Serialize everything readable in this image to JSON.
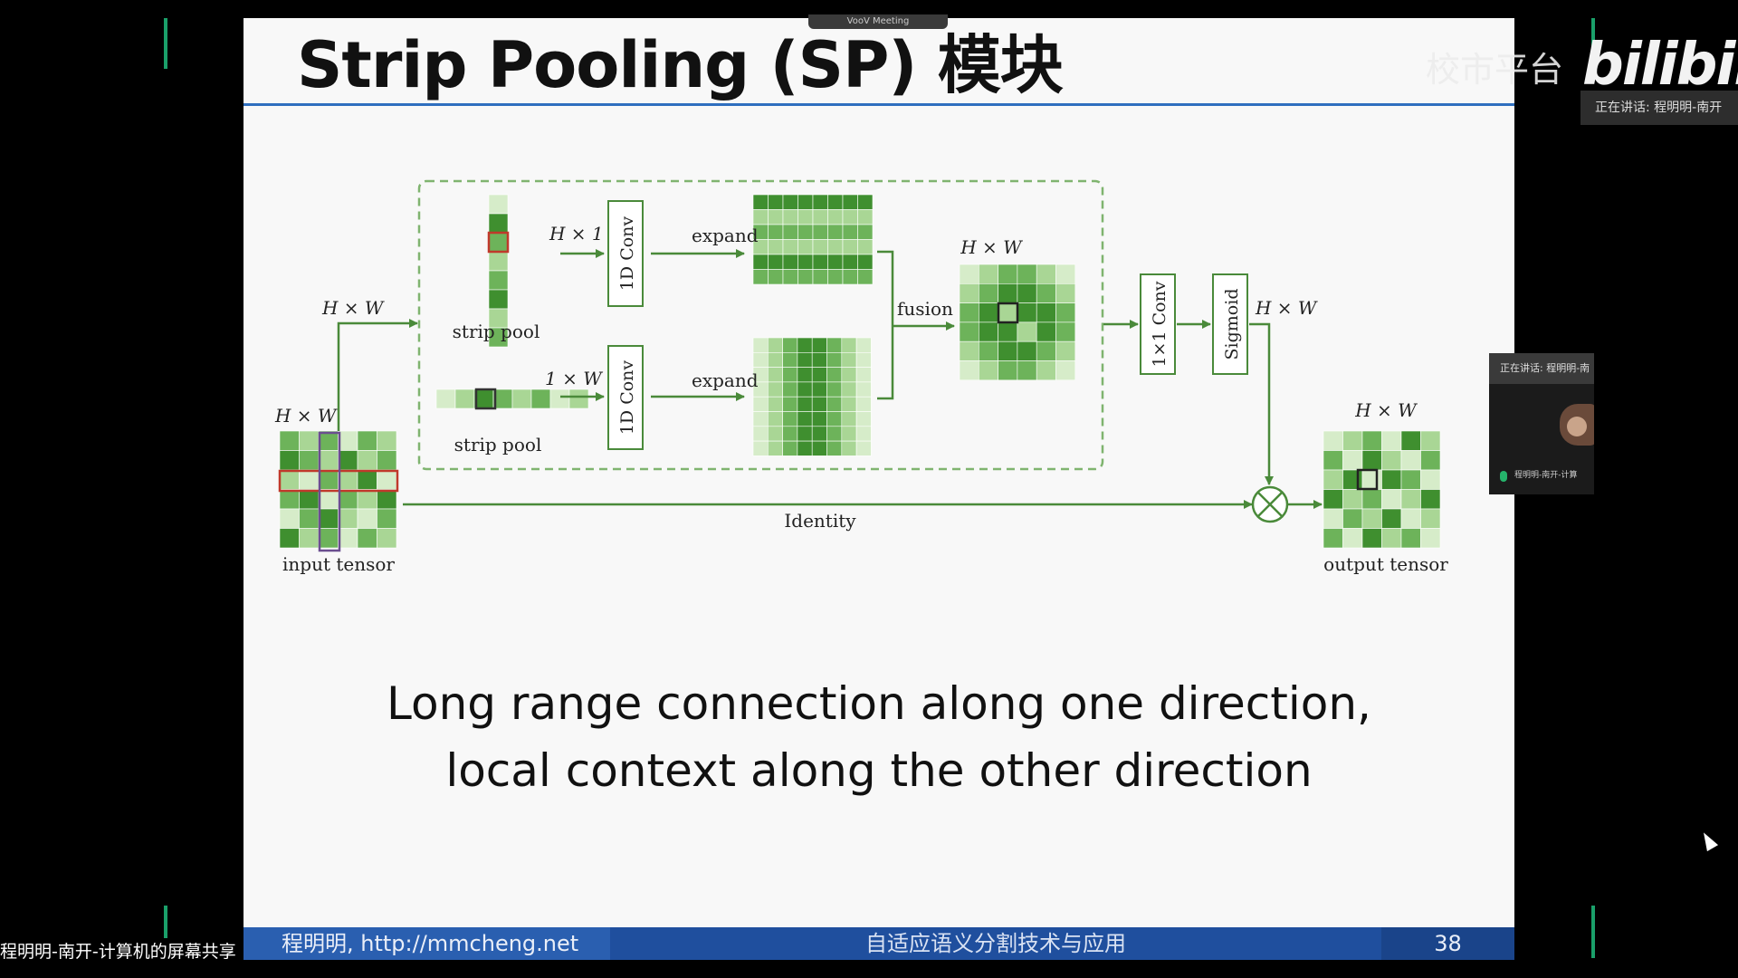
{
  "slide": {
    "title": "Strip Pooling (SP) 模块",
    "caption_line1": "Long range connection along one direction,",
    "caption_line2": "local context along the other direction",
    "footer_left": "程明明, http://mmcheng.net",
    "footer_center": "自适应语义分割技术与应用",
    "page_number": "38"
  },
  "diagram": {
    "labels": {
      "input_size": "H × W",
      "branch_size": "H × W",
      "input_tensor": "input tensor",
      "h1": "H × 1",
      "w1": "1 × W",
      "conv_top": "1D Conv",
      "conv_bottom": "1D Conv",
      "expand_top": "expand",
      "expand_bottom": "expand",
      "strip_pool_top": "strip pool",
      "strip_pool_bottom": "strip pool",
      "fusion": "fusion",
      "fusion_size": "H × W",
      "conv_1x1": "1×1 Conv",
      "sigmoid": "Sigmoid",
      "sigmoid_size": "H × W",
      "identity": "Identity",
      "output_size": "H × W",
      "output_tensor": "output tensor"
    },
    "colors": {
      "dark": "#3f8f2f",
      "mid": "#6db35a",
      "light": "#a9d695",
      "pale": "#d6ecc9",
      "arrow": "#4a8a3a",
      "highlight_red": "#c0392b",
      "highlight_purple": "#6b4e8f"
    }
  },
  "overlay": {
    "meeting_tab": "VooV Meeting",
    "watermark": "校市平台",
    "logo": "bilibili",
    "speaking_top": "正在讲话: 程明明-南开",
    "cam_header": "正在讲话: 程明明-南",
    "cam_name": "程明明-南开-计算",
    "share_label": "程明明-南开-计算机的屏幕共享"
  }
}
